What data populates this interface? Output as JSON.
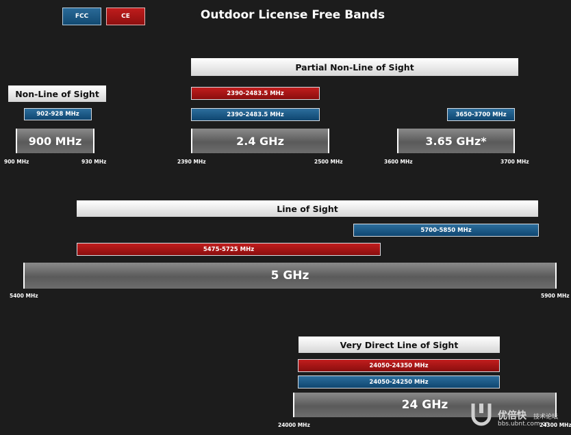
{
  "header": {
    "title": "Outdoor License Free Bands",
    "legend": {
      "fcc": "FCC",
      "ce": "CE"
    }
  },
  "categories": {
    "nlos": "Non-Line of Sight",
    "partial_nlos": "Partial Non-Line of Sight",
    "los": "Line of Sight",
    "very_direct": "Very Direct Line of Sight"
  },
  "bands": {
    "b900": {
      "label": "900 MHz",
      "fcc": "902-928 MHz",
      "start": "900 MHz",
      "end": "930 MHz"
    },
    "b24": {
      "label": "2.4 GHz",
      "ce": "2390-2483.5 MHz",
      "fcc": "2390-2483.5 MHz",
      "start": "2390 MHz",
      "end": "2500 MHz"
    },
    "b365": {
      "label": "3.65 GHz*",
      "fcc": "3650-3700 MHz",
      "start": "3600 MHz",
      "end": "3700 MHz"
    },
    "b5": {
      "label": "5 GHz",
      "fcc": "5700-5850 MHz",
      "ce": "5475-5725 MHz",
      "start": "5400 MHz",
      "end": "5900 MHz"
    },
    "b24g": {
      "label": "24 GHz",
      "ce": "24050-24350 MHz",
      "fcc": "24050-24250 MHz",
      "start": "24000 MHz",
      "end": "24300 MHz"
    }
  },
  "watermark": {
    "cn": "优倍快",
    "cn_small": "技术论坛",
    "url": "bbs.ubnt.com.cn"
  },
  "colors": {
    "fcc": "#1b5a86",
    "ce": "#a31515",
    "background": "#1c1c1c"
  }
}
